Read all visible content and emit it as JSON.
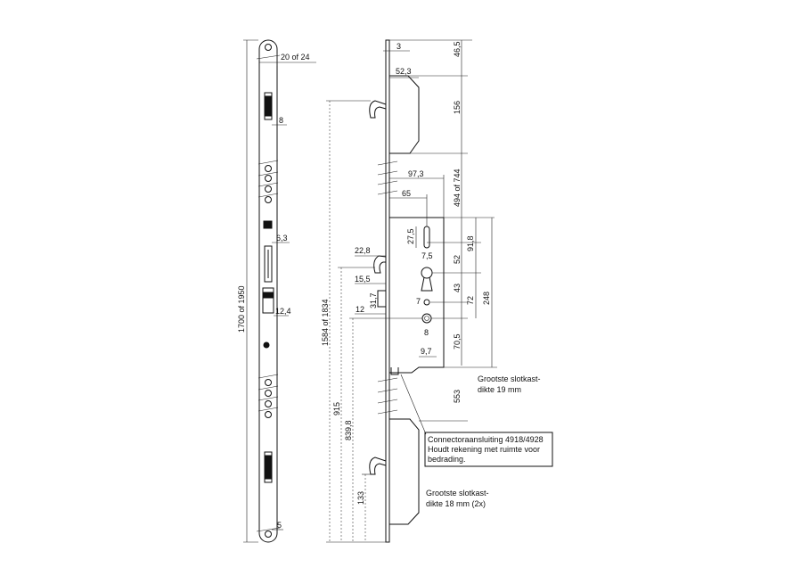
{
  "colors": {
    "line": "#111111",
    "background": "#ffffff"
  },
  "dims": {
    "d20of24": "20 of 24",
    "d8": "8",
    "d63": "6,3",
    "d124": "12,4",
    "d5": "5",
    "d1700of1950": "1700 of 1950",
    "d3": "3",
    "d465": "46,5",
    "d523": "52,3",
    "d156": "156",
    "d973": "97,3",
    "d65": "65",
    "d494of744": "494 of 744",
    "d275": "27,5",
    "d75": "7,5",
    "d918": "91,8",
    "d52": "52",
    "d228": "22,8",
    "d155": "15,5",
    "d317": "31,7",
    "d12": "12",
    "d43": "43",
    "d72": "72",
    "d248": "248",
    "d7": "7",
    "d8b": "8",
    "d705": "70,5",
    "d97": "9,7",
    "d553": "553",
    "d1584of1834": "1584 of 1834",
    "d915": "915",
    "d8398": "839,8",
    "d133": "133"
  },
  "notes": {
    "slotkast19_line1": "Grootste slotkast-",
    "slotkast19_line2": "dikte 19 mm",
    "connector_line1": "Connectoraansluiting 4918/4928",
    "connector_line2": "Houdt rekening met ruimte voor",
    "connector_line3": "bedrading.",
    "slotkast18_line1": "Grootste slotkast-",
    "slotkast18_line2": "dikte 18 mm (2x)"
  }
}
